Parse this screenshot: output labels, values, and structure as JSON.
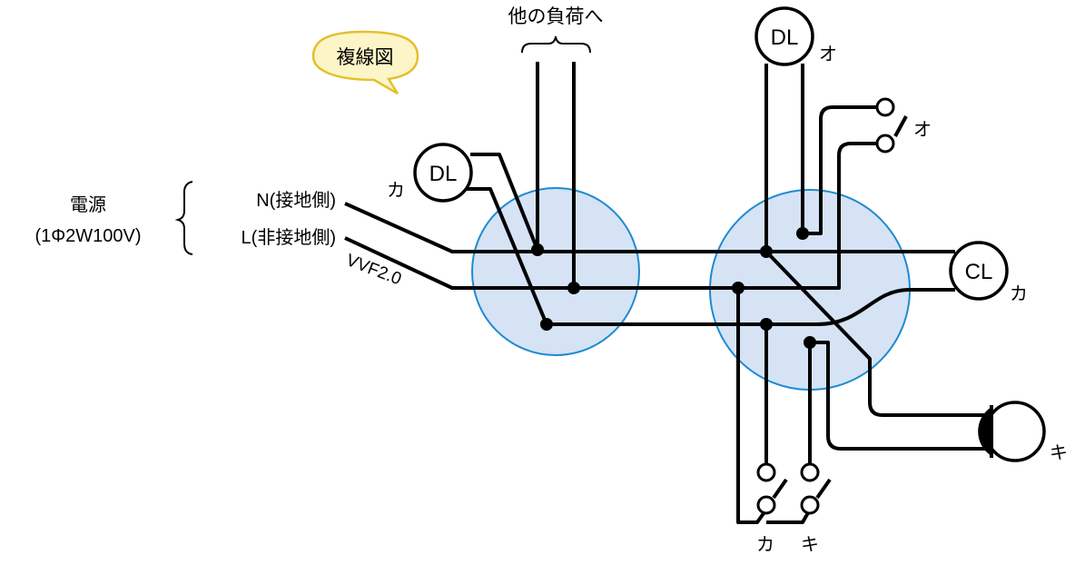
{
  "callout": {
    "text": "複線図",
    "fill": "#fcf5c7",
    "stroke": "#e5bf2d"
  },
  "other_loads": "他の負荷へ",
  "power": {
    "title": "電源",
    "spec": "(1Φ2W100V)",
    "neutral": "N(接地側)",
    "live": "L(非接地側)",
    "cable": "VVF2.0"
  },
  "devices": {
    "dl_ka": {
      "label": "DL",
      "tag": "カ"
    },
    "dl_o": {
      "label": "DL",
      "tag": "オ"
    },
    "cl_ka": {
      "label": "CL",
      "tag": "カ"
    },
    "lamp_ki": {
      "tag": "キ"
    },
    "switch_o": {
      "tag": "オ"
    },
    "switch_ka": {
      "tag": "カ"
    },
    "switch_ki": {
      "tag": "キ"
    }
  },
  "colors": {
    "box_fill": "#d5e3f5",
    "box_stroke": "#1f8ad1",
    "wire": "#000000"
  }
}
